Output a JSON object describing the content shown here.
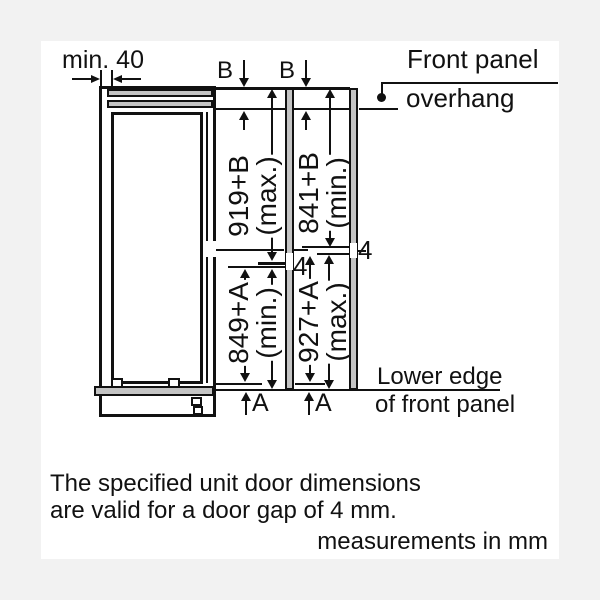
{
  "labels": {
    "min_gap": "min. 40",
    "front_panel_line1": "Front panel",
    "front_panel_line2": "overhang",
    "b": "B",
    "a": "A",
    "gap": "4",
    "lower_edge_line1": "Lower edge",
    "lower_edge_line2": "of front panel"
  },
  "dimensions": {
    "upper_left": {
      "value": "919+B",
      "qualifier": "(max.)"
    },
    "upper_right": {
      "value": "841+B",
      "qualifier": "(min.)"
    },
    "lower_left": {
      "value": "849+A",
      "qualifier": "(min.)"
    },
    "lower_right": {
      "value": "927+A",
      "qualifier": "(max.)"
    }
  },
  "caption": {
    "line1": "The specified unit door dimensions",
    "line2": "are valid for a door gap of 4 mm.",
    "units": "measurements in mm"
  },
  "colors": {
    "ink": "#111111",
    "panel_fill": "#c4c4c4",
    "page_bg": "#f2f2f2",
    "canvas_bg": "#ffffff"
  }
}
